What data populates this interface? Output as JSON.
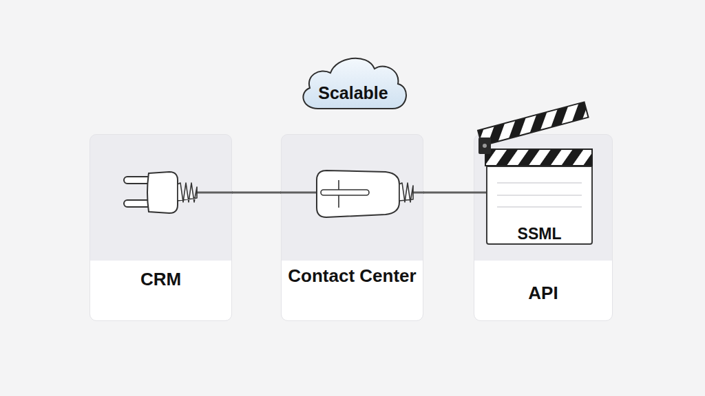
{
  "diagram": {
    "nodes": [
      {
        "text": [
          "Scalable"
        ]
      },
      {
        "text": [
          "CRM"
        ]
      },
      {
        "text": [
          "Contact Center"
        ]
      },
      {
        "text": [
          "API"
        ]
      },
      {
        "text": [
          "SSML"
        ],
        "in": 3
      }
    ],
    "edges": [
      {
        "from": 1,
        "to": 2,
        "arrow": "none"
      },
      {
        "from": 2,
        "to": 4,
        "arrow": "none"
      }
    ]
  }
}
